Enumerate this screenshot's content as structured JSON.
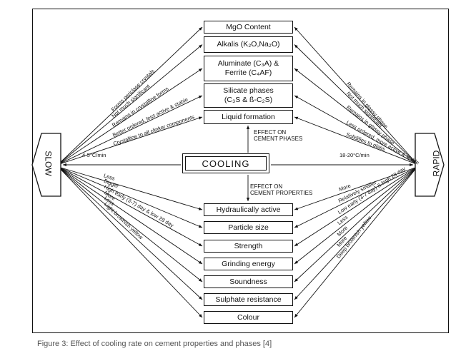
{
  "phase_boxes": [
    {
      "lines": [
        "MgO Content"
      ]
    },
    {
      "lines": [
        "Alkalis (K₂O,Na₂O)"
      ]
    },
    {
      "lines": [
        "Aluminate (C₃A) &",
        "Ferrite (C₄AF)"
      ]
    },
    {
      "lines": [
        "Silicate phases",
        "(C₃S & ß-C₂S)"
      ]
    },
    {
      "lines": [
        "Liquid formation"
      ]
    }
  ],
  "property_boxes": [
    {
      "lines": [
        "Hydraulically active"
      ]
    },
    {
      "lines": [
        "Particle size"
      ]
    },
    {
      "lines": [
        "Strength"
      ]
    },
    {
      "lines": [
        "Grinding energy"
      ]
    },
    {
      "lines": [
        "Soundness"
      ]
    },
    {
      "lines": [
        "Sulphate resistance"
      ]
    },
    {
      "lines": [
        "Colour"
      ]
    }
  ],
  "center": "COOLING",
  "slow": "SLOW",
  "rapid": "RAPID",
  "effect_phases": [
    "EFFECT ON",
    "CEMENT PHASES"
  ],
  "effect_properties": [
    "EFFECT ON",
    "CEMENT PROPERTIES"
  ],
  "slow_rate": "4-5°C/min",
  "rapid_rate": "18-20°C/min",
  "slow_phase_notes": [
    "Forms periclase crystals",
    "Not much significant",
    "Remains in crystalline forms",
    "Better ordered, less active & stable",
    "Crystalline to all clinker components"
  ],
  "rapid_phase_notes": [
    "Remains in glassy phase",
    "Not much significant",
    "Remains in glassy phase",
    "Less ordered, more active & stable",
    "Solidifies to glass"
  ],
  "slow_property_notes": [
    "Less",
    "Bigger",
    "High early (3-7) day & low 28 day",
    "More",
    "Less",
    "Light brownish yellow"
  ],
  "rapid_property_notes": [
    "More",
    "Relatively smaller",
    "Low early (3-7 day) & high 28 day",
    "Less",
    "More",
    "More",
    "Deep brownish yellow"
  ],
  "caption": "Figure 3: Effect of cooling rate on cement properties and phases [4]"
}
